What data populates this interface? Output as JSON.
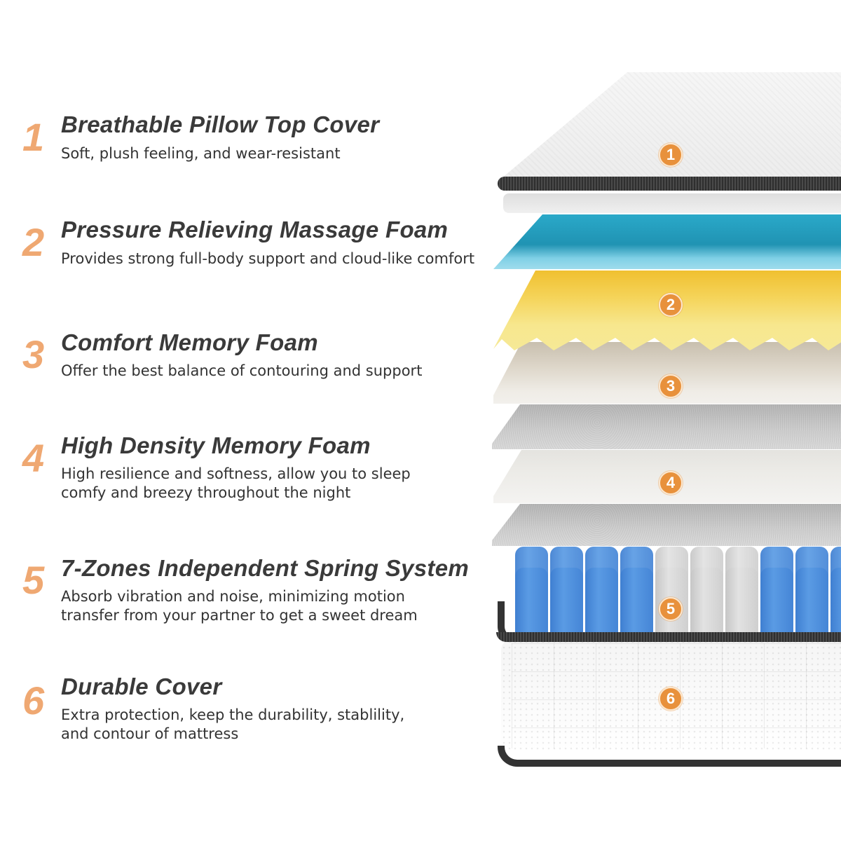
{
  "features": [
    {
      "number": "1",
      "title": "Breathable Pillow Top Cover",
      "description": [
        "Soft, plush feeling, and wear-resistant"
      ]
    },
    {
      "number": "2",
      "title": "Pressure Relieving Massage Foam",
      "description": [
        "Provides strong full-body support and cloud-like comfort"
      ]
    },
    {
      "number": "3",
      "title": "Comfort Memory Foam",
      "description": [
        "Offer the best balance of contouring and support"
      ]
    },
    {
      "number": "4",
      "title": "High Density Memory Foam",
      "description": [
        "High resilience and softness, allow you to sleep",
        "comfy and breezy throughout the night"
      ]
    },
    {
      "number": "5",
      "title": "7-Zones Independent Spring System",
      "description": [
        "Absorb vibration and noise, minimizing motion",
        "transfer from your partner to get a sweet dream"
      ]
    },
    {
      "number": "6",
      "title": "Durable Cover",
      "description": [
        "Extra protection, keep the durability, stablility,",
        "and contour of mattress"
      ]
    }
  ],
  "mattress": {
    "badges": [
      "1",
      "2",
      "3",
      "4",
      "5",
      "6"
    ],
    "spring_zones": [
      "blue",
      "blue",
      "blue",
      "blue",
      "gray",
      "gray",
      "gray",
      "blue",
      "blue",
      "blue"
    ]
  },
  "colors": {
    "number_accent": "#efa872",
    "badge_fill": "#e8913c",
    "title_text": "#3a3a3a",
    "body_text": "#333333",
    "gel_foam": "#2aa9c9",
    "egg_crate_foam": "#f5d45a",
    "spring_blue": "#4a8bd9",
    "spring_gray": "#d4d4d4"
  }
}
